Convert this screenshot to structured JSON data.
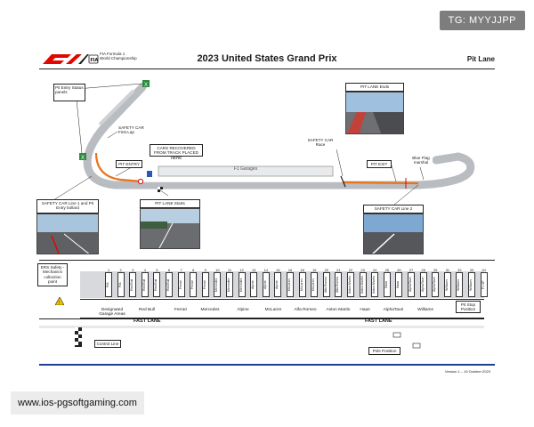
{
  "header": {
    "title": "2023 United States Grand Prix",
    "section": "Pit Lane",
    "logo_text_line1": "FIA Formula 1",
    "logo_text_line2": "World Championship"
  },
  "callouts": {
    "pit_entry_status": "Pit Entry Status panels",
    "safety_car_first_lap": "SAFETY CAR First Lap",
    "cars_recovered": "CARS RECOVERED FROM TRACK PLACED HERE",
    "f1_garages": "F1 Garages",
    "pit_entry": "PIT ENTRY",
    "pit_lane_starts": "PIT LANE Starts",
    "safety_car_race": "SAFETY CAR Race",
    "pit_lane_ends": "PIT LANE Ends",
    "pit_exit": "PIT EXIT",
    "blue_flag": "Blue Flag marshal",
    "safety_car_line1": "SAFETY CAR Line 1 and Pit Entry bollard",
    "safety_car_line2": "SAFETY CAR Line 2",
    "ers_safety": "ERS Safety - Mechanics collection point"
  },
  "garages": {
    "numbers": [
      "1",
      "2",
      "3",
      "4",
      "5",
      "6",
      "7",
      "8",
      "9",
      "10",
      "11",
      "12",
      "13",
      "14",
      "15",
      "16",
      "18",
      "19",
      "20",
      "21",
      "22",
      "23",
      "24",
      "25",
      "26",
      "27",
      "28",
      "29",
      "31",
      "32",
      "33",
      "34"
    ],
    "labels": [
      "FIA",
      "FIA",
      "Red Bull",
      "Red Bull",
      "Red Bull",
      "Red Bull",
      "Ferrari",
      "Ferrari",
      "Ferrari",
      "Mercedes",
      "Mercedes",
      "Mercedes",
      "Alpine",
      "Alpine",
      "Alpine",
      "McLaren",
      "McLaren",
      "McLaren",
      "Alfa Romeo",
      "Alfa Romeo",
      "Aston Martin",
      "Aston Martin",
      "Aston Martin",
      "Haas",
      "Haas",
      "AlphaTauri",
      "AlphaTauri",
      "AlphaTauri",
      "Williams",
      "Williams",
      "Williams",
      "F1 VP"
    ]
  },
  "teams": {
    "designated": "Designated Garage Areas",
    "red_bull": "Red Bull",
    "ferrari": "Ferrari",
    "mercedes": "Mercedes",
    "alpine": "Alpine",
    "mclaren": "McLaren",
    "alfa_romeo": "Alfa Romeo",
    "aston_martin": "Aston Martin",
    "haas": "Haas",
    "alphatauri": "AlphaTauri",
    "williams": "Williams"
  },
  "lanes": {
    "fast_lane_1": "FAST LANE",
    "fast_lane_2": "FAST LANE",
    "control_line": "Control Line",
    "pole_position": "Pole Position",
    "pit_stop_position": "Pit Stop Position"
  },
  "footer": {
    "version": "Version 1 – 19 October 2023"
  },
  "watermarks": {
    "tg": "TG: MYYJJPP",
    "url": "www.ios-pgsoftgaming.com"
  },
  "colors": {
    "track": "#b9bcc0",
    "pit_line": "#e8731a",
    "f1_red": "#e10600",
    "flag_green": "#2e8b3d",
    "sign_blue": "#2c57b5",
    "warning_yellow": "#f2c500"
  }
}
